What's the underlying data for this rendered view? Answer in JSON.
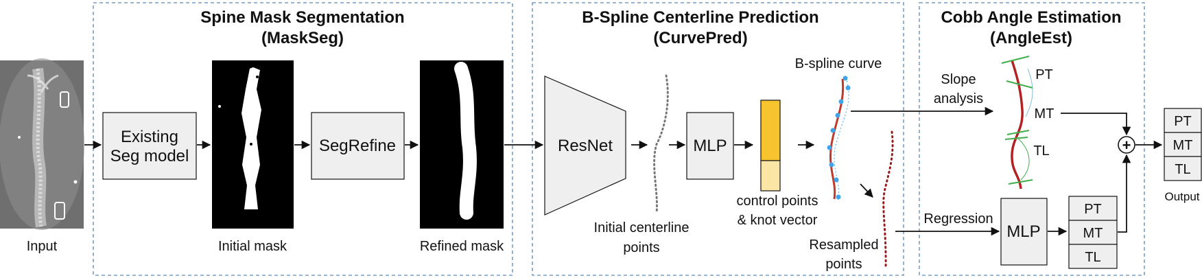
{
  "stages": {
    "maskseg": {
      "title": "Spine Mask Segmentation",
      "subtitle": "(MaskSeg)"
    },
    "curvepred": {
      "title": "B-Spline Centerline Prediction",
      "subtitle": "(CurvePred)"
    },
    "angleest": {
      "title": "Cobb Angle Estimation",
      "subtitle": "(AngleEst)"
    }
  },
  "labels": {
    "input": "Input",
    "initial_mask": "Initial mask",
    "refined_mask": "Refined mask",
    "initial_centerline_1": "Initial centerline",
    "initial_centerline_2": "points",
    "control_points_1": "control points",
    "control_points_2": "& knot vector",
    "bspline_curve": "B-spline curve",
    "resampled_1": "Resampled",
    "resampled_2": "points",
    "slope_1": "Slope",
    "slope_2": "analysis",
    "regression": "Regression",
    "output": "Output"
  },
  "boxes": {
    "existing_1": "Existing",
    "existing_2": "Seg model",
    "segrefine": "SegRefine",
    "resnet": "ResNet",
    "mlp_curve": "MLP",
    "mlp_angle": "MLP"
  },
  "regions": {
    "pt": "PT",
    "mt": "MT",
    "tl": "TL"
  },
  "operator": "+",
  "colors": {
    "dashed_border": "#5b87b5",
    "box_fill": "#efefef",
    "vector_top": "#f7c430",
    "vector_bottom": "#fbe6a6",
    "curve": "#c0392b",
    "green": "#3fae49",
    "blue_points": "#3fa4e8",
    "resampled": "#9b1b1b"
  }
}
